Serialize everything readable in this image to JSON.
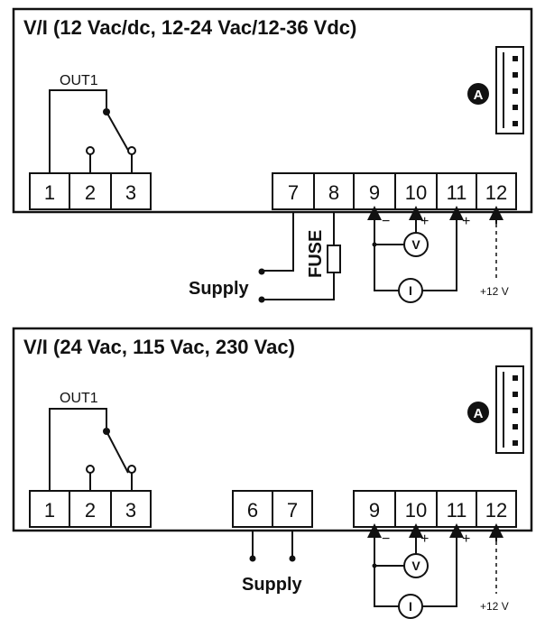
{
  "panels": [
    {
      "title": "V/I (12 Vac/dc, 12-24 Vac/12-36 Vdc)",
      "relay_label": "OUT1",
      "connector_badge": "A",
      "terminals_left": [
        "1",
        "2",
        "3"
      ],
      "terminals_supply": [
        "7",
        "8"
      ],
      "terminals_io": [
        "9",
        "10",
        "11",
        "12"
      ],
      "fuse_label": "FUSE",
      "supply_label": "Supply",
      "voltmeter": "V",
      "ammeter": "I",
      "minus": "−",
      "plus": "+",
      "aux_voltage": "+12 V"
    },
    {
      "title": "V/I (24 Vac, 115 Vac, 230 Vac)",
      "relay_label": "OUT1",
      "connector_badge": "A",
      "terminals_left": [
        "1",
        "2",
        "3"
      ],
      "terminals_supply": [
        "6",
        "7"
      ],
      "terminals_io": [
        "9",
        "10",
        "11",
        "12"
      ],
      "supply_label": "Supply",
      "voltmeter": "V",
      "ammeter": "I",
      "minus": "−",
      "plus": "+",
      "aux_voltage": "+12 V"
    }
  ]
}
